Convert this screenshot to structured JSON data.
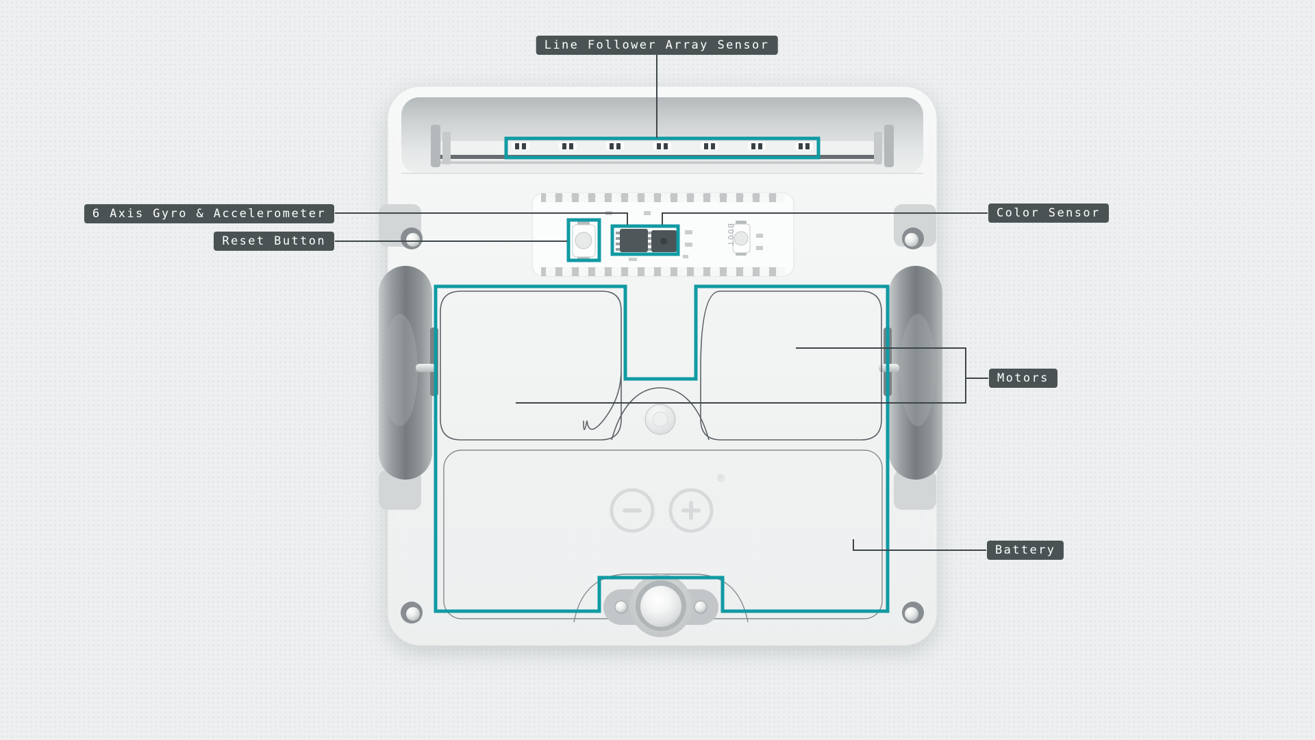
{
  "theme": {
    "background": "#edeff0",
    "teal": "#119aa3",
    "label_bg": "#4a5254",
    "label_text": "#ffffff",
    "line": "#3d4549",
    "body": "#f4f6f6"
  },
  "annotations": {
    "line_follower": {
      "label": "Line Follower Array Sensor"
    },
    "gyro": {
      "label": "6 Axis Gyro & Accelerometer"
    },
    "reset": {
      "label": "Reset Button"
    },
    "color_sensor": {
      "label": "Color Sensor"
    },
    "motors": {
      "label": "Motors"
    },
    "battery": {
      "label": "Battery"
    }
  },
  "board": {
    "boot_label": "BOOT",
    "registered_mark": "®"
  }
}
